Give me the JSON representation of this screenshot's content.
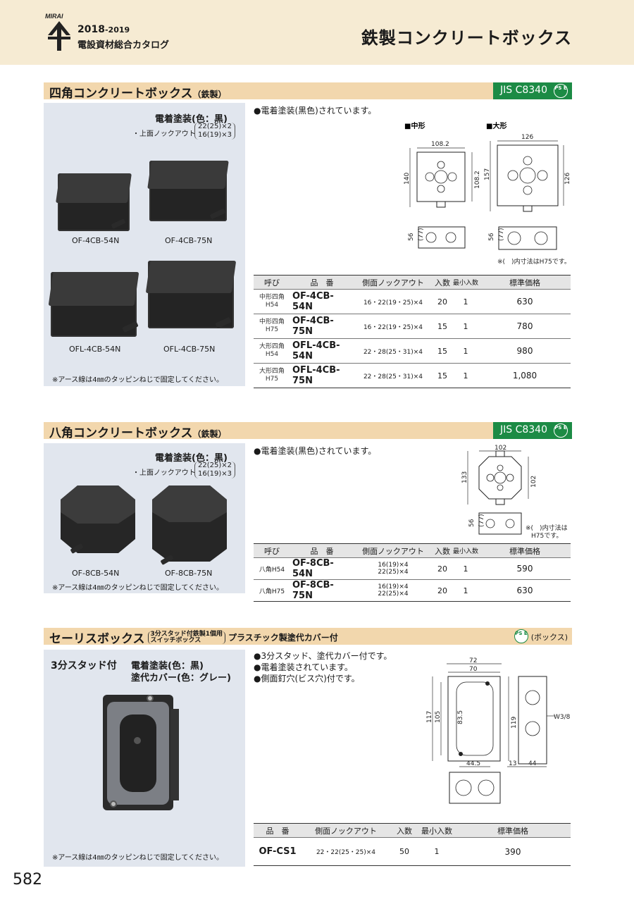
{
  "header": {
    "brand": "MIRAI",
    "year_main": "2018",
    "year_sub": "-2019",
    "catalog": "電設資材総合カタログ",
    "page_title": "鉄製コンクリートボックス"
  },
  "section1": {
    "title": "四角コンクリートボックス",
    "title_sub": "（鉄製）",
    "jis": "JIS C8340",
    "pse": "PS E",
    "coating": "電着塗装(色：黒)",
    "knockout_label": "・上面ノックアウト",
    "knockout_1": "22(25)×2",
    "knockout_2": "16(19)×3",
    "captions": [
      "OF-4CB-54N",
      "OF-4CB-75N",
      "OFL-4CB-54N",
      "OFL-4CB-75N"
    ],
    "note": "※アース線は4㎜のタッピンねじで固定してください。",
    "bullet": "●電着塗装(黒色)されています。",
    "diagram": {
      "mid_label": "■中形",
      "large_label": "■大形",
      "mid_w": "108.2",
      "mid_h": "140",
      "mid_inner": "108.2",
      "large_w": "126",
      "large_h": "157",
      "large_inner": "126",
      "depth": "56",
      "depth_alt": "(77)",
      "footnote": "※(　)内寸法はH75です。"
    },
    "table": {
      "headers": [
        "呼び",
        "品　番",
        "側面ノックアウト",
        "入数",
        "最小入数",
        "標準価格"
      ],
      "rows": [
        {
          "yobi1": "中形四角",
          "yobi2": "H54",
          "code": "OF-4CB-54N",
          "knock": "16・22(19・25)×4",
          "qty": "20",
          "min": "1",
          "price": "630"
        },
        {
          "yobi1": "中形四角",
          "yobi2": "H75",
          "code": "OF-4CB-75N",
          "knock": "16・22(19・25)×4",
          "qty": "15",
          "min": "1",
          "price": "780"
        },
        {
          "yobi1": "大形四角",
          "yobi2": "H54",
          "code": "OFL-4CB-54N",
          "knock": "22・28(25・31)×4",
          "qty": "15",
          "min": "1",
          "price": "980"
        },
        {
          "yobi1": "大形四角",
          "yobi2": "H75",
          "code": "OFL-4CB-75N",
          "knock": "22・28(25・31)×4",
          "qty": "15",
          "min": "1",
          "price": "1,080"
        }
      ]
    }
  },
  "section2": {
    "title": "八角コンクリートボックス",
    "title_sub": "（鉄製）",
    "jis": "JIS C8340",
    "pse": "PS E",
    "coating": "電着塗装(色：黒)",
    "knockout_label": "・上面ノックアウト",
    "knockout_1": "22(25)×2",
    "knockout_2": "16(19)×3",
    "captions": [
      "OF-8CB-54N",
      "OF-8CB-75N"
    ],
    "note": "※アース線は4㎜のタッピンねじで固定してください。",
    "bullet": "●電着塗装(黒色)されています。",
    "diagram": {
      "w": "102",
      "h": "133",
      "inner": "102",
      "depth": "56",
      "depth_alt": "(77)",
      "footnote1": "※(　)内寸法は",
      "footnote2": "H75です。"
    },
    "table": {
      "headers": [
        "呼び",
        "品　番",
        "側面ノックアウト",
        "入数",
        "最小入数",
        "標準価格"
      ],
      "rows": [
        {
          "yobi": "八角H54",
          "code": "OF-8CB-54N",
          "knock1": "16(19)×4",
          "knock2": "22(25)×4",
          "qty": "20",
          "min": "1",
          "price": "590"
        },
        {
          "yobi": "八角H75",
          "code": "OF-8CB-75N",
          "knock1": "16(19)×4",
          "knock2": "22(25)×4",
          "qty": "20",
          "min": "1",
          "price": "630"
        }
      ]
    }
  },
  "section3": {
    "title": "セーリスボックス",
    "title_paren1": "3分スタッド付鉄製1個用",
    "title_paren2": "スイッチボックス",
    "title_suffix": "プラスチック製塗代カバー付",
    "pse": "PS E",
    "pse_label": "(ボックス)",
    "stud": "3分スタッド付",
    "coating": "電着塗装(色：黒)",
    "cover": "塗代カバー(色：グレー)",
    "bullets": [
      "●3分スタッド、塗代カバー付です。",
      "●電着塗装されています。",
      "●側面釘穴(ビス穴)付です。"
    ],
    "note": "※アース線は4㎜のタッピンねじで固定してください。",
    "diagram": {
      "w_outer": "72",
      "w_inner": "70",
      "h_outer": "117",
      "h_inner": "105",
      "h_hole": "83.5",
      "side_h": "119",
      "bottom_w": "44.5",
      "side_w1": "13",
      "side_w2": "44",
      "thread": "W3/8"
    },
    "table": {
      "headers": [
        "品　番",
        "側面ノックアウト",
        "入数",
        "最小入数",
        "標準価格"
      ],
      "row": {
        "code": "OF-CS1",
        "knock": "22・22(25・25)×4",
        "qty": "50",
        "min": "1",
        "price": "390"
      }
    }
  },
  "page_number": "582"
}
